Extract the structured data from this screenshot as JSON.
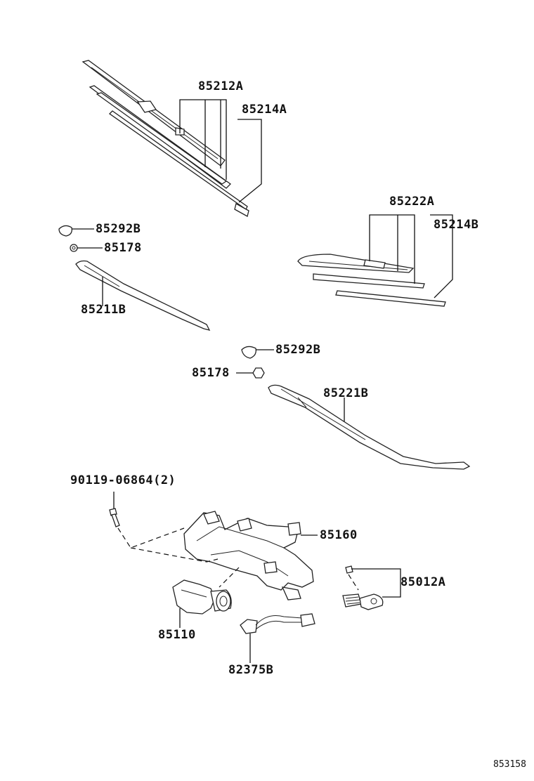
{
  "parts": {
    "blade_front": "85212A",
    "rubber_front": "85214A",
    "blade_rear": "85222A",
    "rubber_rear": "85214B",
    "cap_front": "85292B",
    "nut_front": "85178",
    "arm_front": "85211B",
    "cap_rear": "85292B",
    "nut_rear": "85178",
    "arm_rear": "85221B",
    "bolt": "90119-06864(2)",
    "link": "85160",
    "motor": "85110",
    "connector": "85012A",
    "harness": "82375B"
  },
  "reference_code": "853158"
}
